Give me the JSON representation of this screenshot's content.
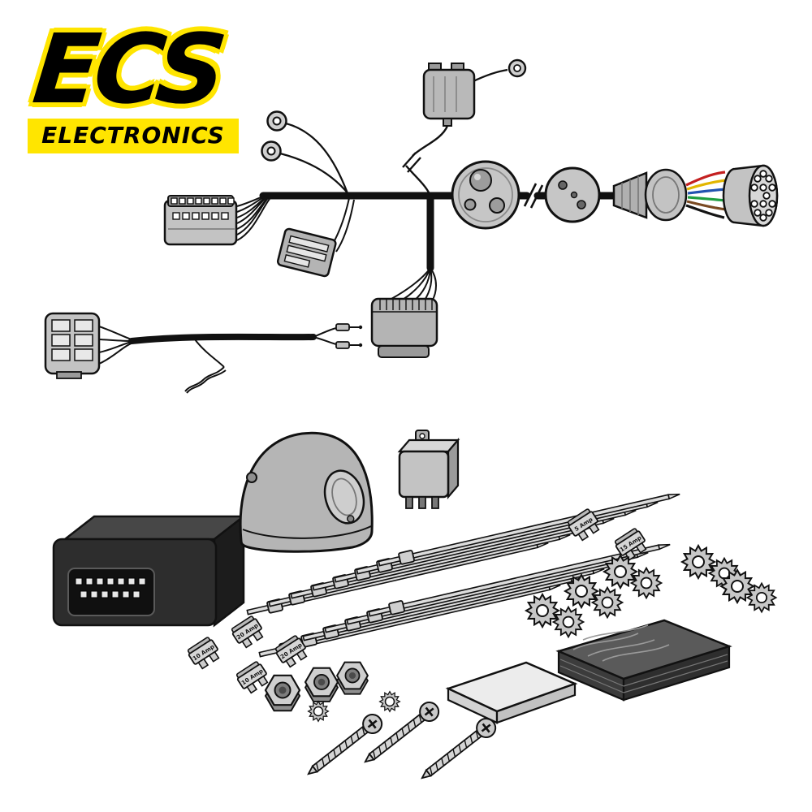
{
  "page": {
    "background": "#ffffff"
  },
  "logo": {
    "brand": "ECS",
    "subtitle": "ELECTRONICS",
    "accent_color": "#FFE500"
  },
  "fuses": {
    "items": [
      {
        "label": "10 Amp"
      },
      {
        "label": "20 Amp"
      },
      {
        "label": "20 Amp"
      },
      {
        "label": "10 Amp"
      },
      {
        "label": "5 Amp"
      },
      {
        "label": "15 Amp"
      }
    ]
  },
  "wire_colors": [
    "#c42020",
    "#e2b600",
    "#2253b0",
    "#1f9e40",
    "#7a4a22",
    "#141414"
  ],
  "palette": {
    "line": "#111111",
    "metal": "#c3c3c3",
    "metal_dark": "#8f8f8f",
    "module_body": "#2d2d2d",
    "pad_dark": "#4a4a4a",
    "pad_light": "#ececec"
  }
}
